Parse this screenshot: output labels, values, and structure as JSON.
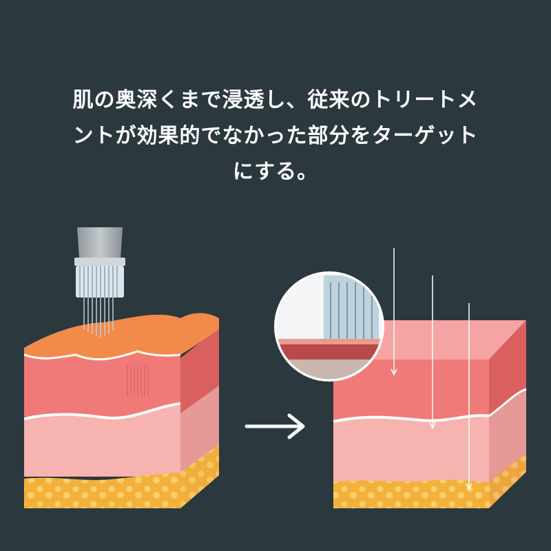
{
  "headline": {
    "line1": "肌の奥深くまで浸透し、従来のトリートメ",
    "line2": "ントが効果的でなかった部分をターゲット",
    "line3": "にする。"
  },
  "colors": {
    "background": "#2b383e",
    "epidermis_top": "#f28a4a",
    "dermis": "#f07a78",
    "subcutis": "#f6b3b0",
    "fat": "#f3b13a",
    "fat_dots": "#f7cf6c",
    "arrow": "#ffffff"
  },
  "icons": {
    "device": "microneedle-device-icon",
    "arrow": "right-arrow-icon"
  }
}
